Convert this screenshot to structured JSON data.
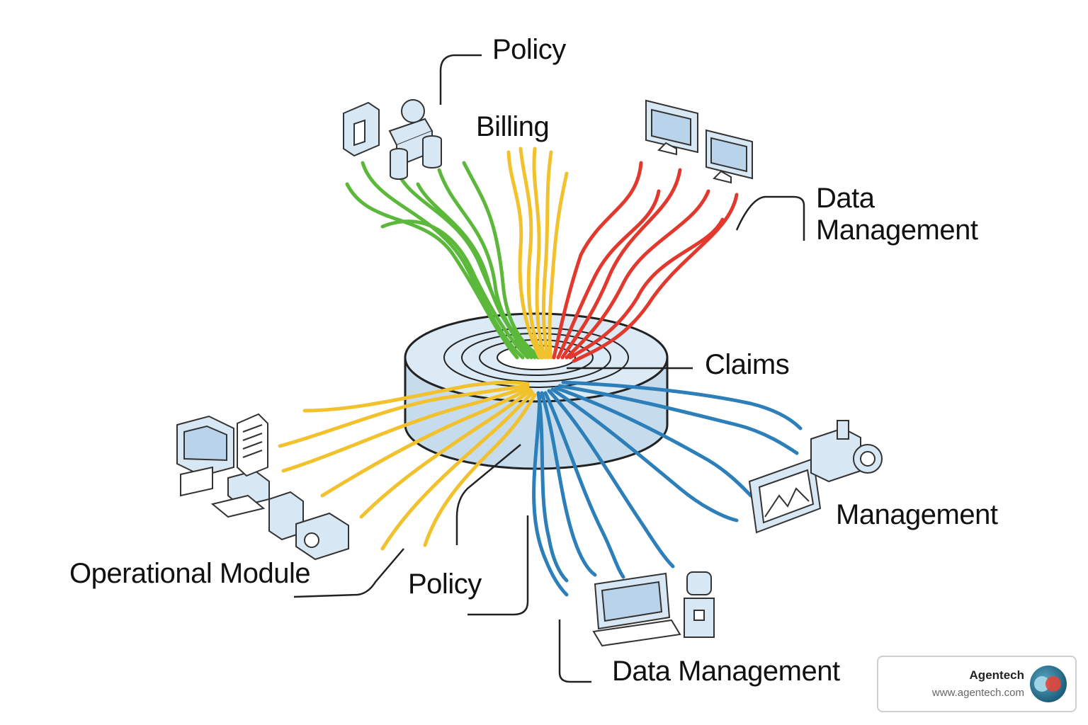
{
  "labels": {
    "policy_top": "Policy",
    "billing": "Billing",
    "data_management_top_line1": "Data",
    "data_management_top_line2": "Management",
    "claims": "Claims",
    "management": "Management",
    "operational_module": "Operational Module",
    "policy_bottom": "Policy",
    "data_management_bottom": "Data Management"
  },
  "brand": {
    "name": "Agentech",
    "url": "www.agentech.com"
  },
  "colors": {
    "green": "#5bb83a",
    "yellow": "#f2c12e",
    "red": "#e2392f",
    "blue": "#2c7fb8",
    "hub_fill": "#cfe3f1",
    "device_fill": "#d7e7f4",
    "outline": "#333333"
  },
  "icons": [
    "upload-box-icon",
    "person-workstation-icon",
    "database-icon",
    "monitor-icon",
    "computer-printer-icon",
    "document-icon",
    "copyright-box-icon",
    "photo-frame-icon",
    "camera-icon",
    "laptop-icon",
    "water-cooler-icon",
    "brand-logo-icon"
  ]
}
